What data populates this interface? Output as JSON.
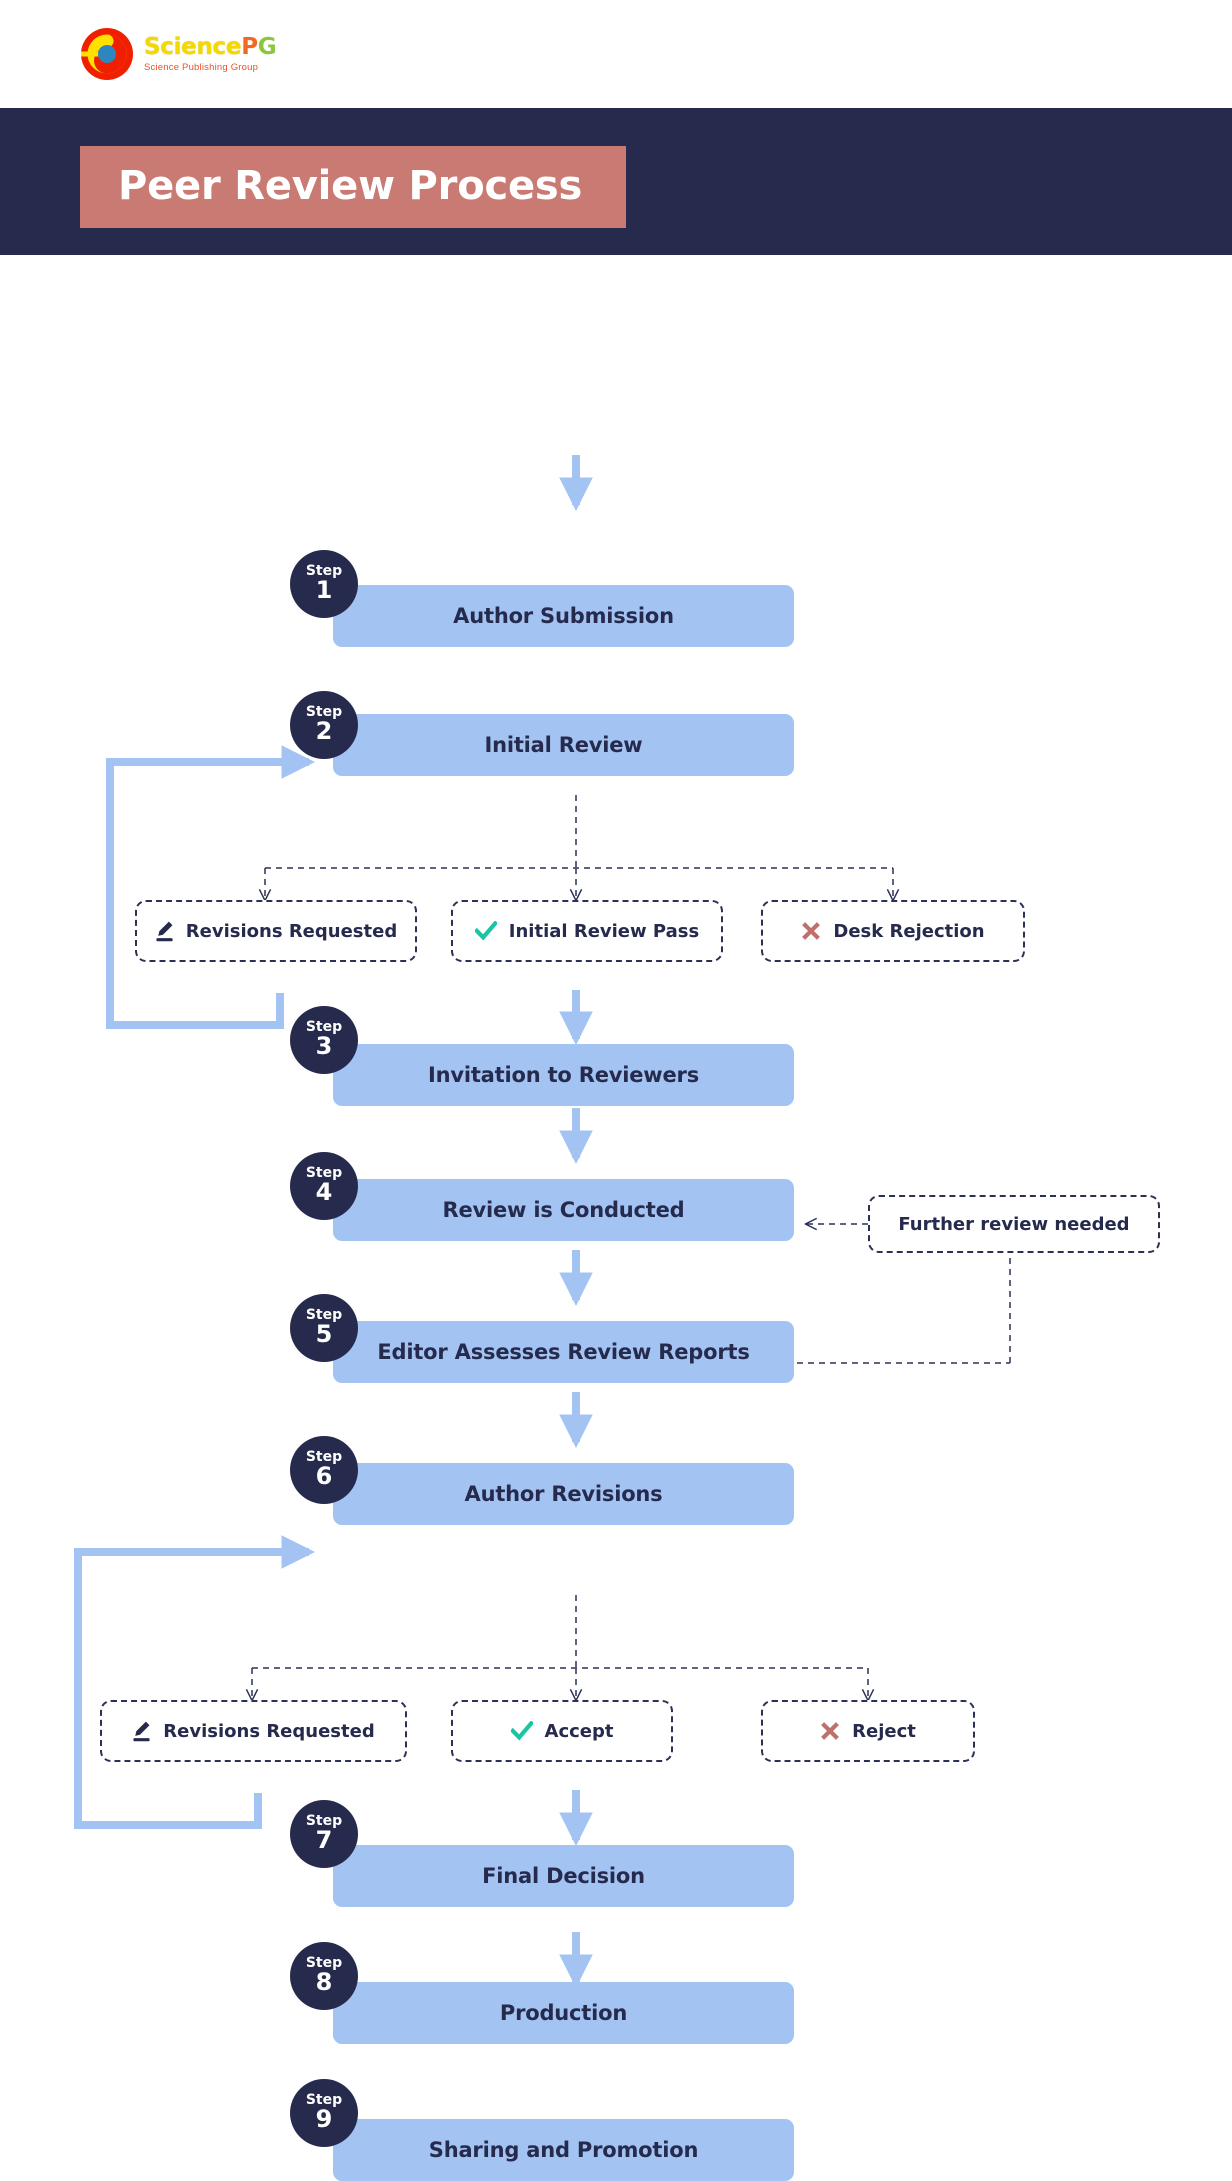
{
  "brand": {
    "name_part1": "Science",
    "name_part2": "P",
    "name_part3": "G",
    "tagline": "Science Publishing Group",
    "logo_icon": "sciencepg-circular-logo"
  },
  "header": {
    "title": "Peer Review Process",
    "band_color": "#c97a73",
    "background_color": "#262b4d"
  },
  "theme": {
    "step_box_fill": "#a3c4f3",
    "badge_fill": "#262b4d",
    "text_dark": "#262b4d",
    "arrow_blue": "#a3c4f3",
    "dashed_navy": "#2b3155",
    "accept_teal": "#1bc5a4",
    "reject_red": "#c0706b"
  },
  "badge_label": "Step",
  "steps": [
    {
      "number": "1",
      "label": "Author Submission"
    },
    {
      "number": "2",
      "label": "Initial Review"
    },
    {
      "number": "3",
      "label": "Invitation to Reviewers"
    },
    {
      "number": "4",
      "label": "Review is Conducted"
    },
    {
      "number": "5",
      "label": "Editor Assesses Review Reports"
    },
    {
      "number": "6",
      "label": "Author Revisions"
    },
    {
      "number": "7",
      "label": "Final Decision"
    },
    {
      "number": "8",
      "label": "Production"
    },
    {
      "number": "9",
      "label": "Sharing and Promotion"
    }
  ],
  "decisions_after_initial_review": [
    {
      "label": "Revisions Requested",
      "icon": "pencil-edit-icon",
      "icon_color": "#262b4d"
    },
    {
      "label": "Initial Review Pass",
      "icon": "check-icon",
      "icon_color": "#1bc5a4"
    },
    {
      "label": "Desk Rejection",
      "icon": "cross-icon",
      "icon_color": "#c0706b"
    }
  ],
  "decisions_after_author_revisions": [
    {
      "label": "Revisions Requested",
      "icon": "pencil-edit-icon",
      "icon_color": "#262b4d"
    },
    {
      "label": "Accept",
      "icon": "check-icon",
      "icon_color": "#1bc5a4"
    },
    {
      "label": "Reject",
      "icon": "cross-icon",
      "icon_color": "#c0706b"
    }
  ],
  "notes": [
    {
      "label": "Further review needed"
    }
  ]
}
